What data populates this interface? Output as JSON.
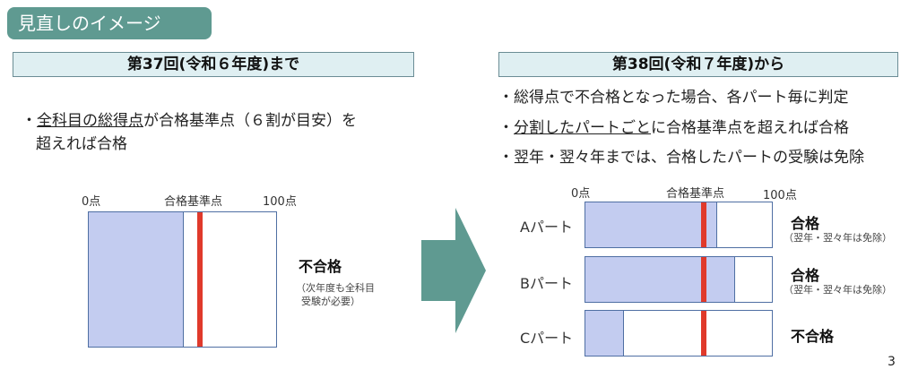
{
  "tab_title": "見直しのイメージ",
  "left": {
    "header": "第37回(令和６年度)まで",
    "bullet_prefix": "・",
    "bullet_u": "全科目の総得点",
    "bullet_rest": "が合格基準点（６割が目安）を",
    "bullet_line2": "超えれば合格",
    "axis": {
      "zero": "0点",
      "passline": "合格基準点",
      "hundred": "100点"
    },
    "bar": {
      "score_fraction": 0.5,
      "pass_fraction": 0.58
    },
    "result": "不合格",
    "note_line1": "（次年度も全科目",
    "note_line2": "受験が必要）"
  },
  "arrow": "right-arrow",
  "right": {
    "header": "第38回(令和７年度)から",
    "bullets": [
      {
        "prefix": "・",
        "u": "",
        "text": "総得点で不合格となった場合、各パート毎に判定"
      },
      {
        "prefix": "・",
        "u": "分割したパートごと",
        "text": "に合格基準点を超えれば合格"
      },
      {
        "prefix": "・",
        "u": "",
        "text": "翌年・翌々年までは、合格したパートの受験は免除"
      }
    ],
    "axis": {
      "zero": "0点",
      "passline": "合格基準点",
      "hundred": "100点"
    },
    "pass_fraction": 0.62,
    "rows": [
      {
        "label": "Aパート",
        "score_fraction": 0.7,
        "result": "合格",
        "note": "（翌年・翌々年は免除）"
      },
      {
        "label": "Bパート",
        "score_fraction": 0.8,
        "result": "合格",
        "note": "（翌年・翌々年は免除）"
      },
      {
        "label": "Cパート",
        "score_fraction": 0.2,
        "result": "不合格",
        "note": ""
      }
    ]
  },
  "page_number": "3",
  "colors": {
    "accent": "#5f9a91",
    "header_bg": "#dfeff2",
    "fill": "#c3ccf0",
    "passline": "#e03a2b",
    "border": "#4f6fa3"
  }
}
